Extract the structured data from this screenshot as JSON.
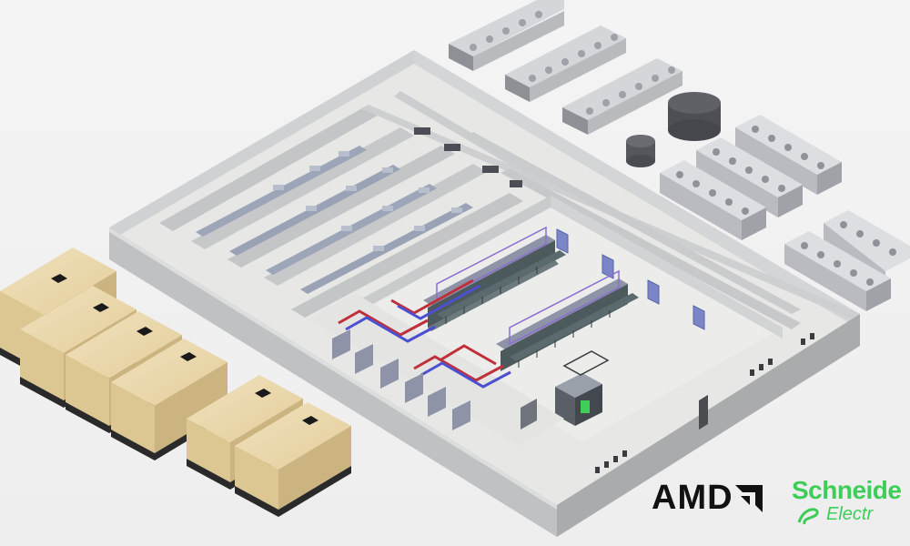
{
  "logos": {
    "amd": "AMD",
    "schneider_name": "Schneide",
    "schneider_sub": "Electr"
  },
  "colors": {
    "background": "#efefef",
    "wall": "#c9cbcd",
    "wall_top": "#dcdddd",
    "floor": "#e9e9e7",
    "generator": "#e8d4a6",
    "generator_base": "#2a2a2a",
    "pipe_red": "#c0303a",
    "pipe_blue": "#4b4fd0",
    "door": "#7b86c8",
    "schneider_green": "#3dcd58",
    "amd_black": "#111111"
  },
  "icons": [
    "generator-unit",
    "cooling-unit",
    "storage-tank",
    "server-rack",
    "chiller-piping",
    "door"
  ]
}
